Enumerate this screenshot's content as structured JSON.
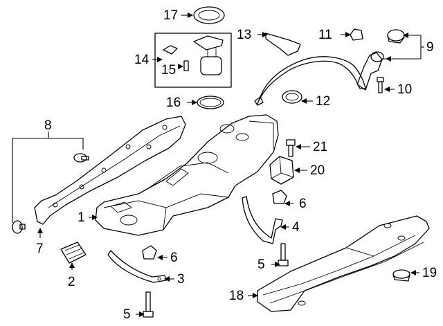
{
  "diagram": {
    "callouts": [
      {
        "id": "c1",
        "text": "1"
      },
      {
        "id": "c2",
        "text": "2"
      },
      {
        "id": "c3",
        "text": "3"
      },
      {
        "id": "c4",
        "text": "4"
      },
      {
        "id": "c5a",
        "text": "5"
      },
      {
        "id": "c5b",
        "text": "5"
      },
      {
        "id": "c6a",
        "text": "6"
      },
      {
        "id": "c6b",
        "text": "6"
      },
      {
        "id": "c7",
        "text": "7"
      },
      {
        "id": "c8",
        "text": "8"
      },
      {
        "id": "c9",
        "text": "9"
      },
      {
        "id": "c10",
        "text": "10"
      },
      {
        "id": "c11",
        "text": "11"
      },
      {
        "id": "c12",
        "text": "12"
      },
      {
        "id": "c13",
        "text": "13"
      },
      {
        "id": "c14",
        "text": "14"
      },
      {
        "id": "c15",
        "text": "15"
      },
      {
        "id": "c16",
        "text": "16"
      },
      {
        "id": "c17",
        "text": "17"
      },
      {
        "id": "c18",
        "text": "18"
      },
      {
        "id": "c19",
        "text": "19"
      },
      {
        "id": "c20",
        "text": "20"
      },
      {
        "id": "c21",
        "text": "21"
      }
    ]
  }
}
